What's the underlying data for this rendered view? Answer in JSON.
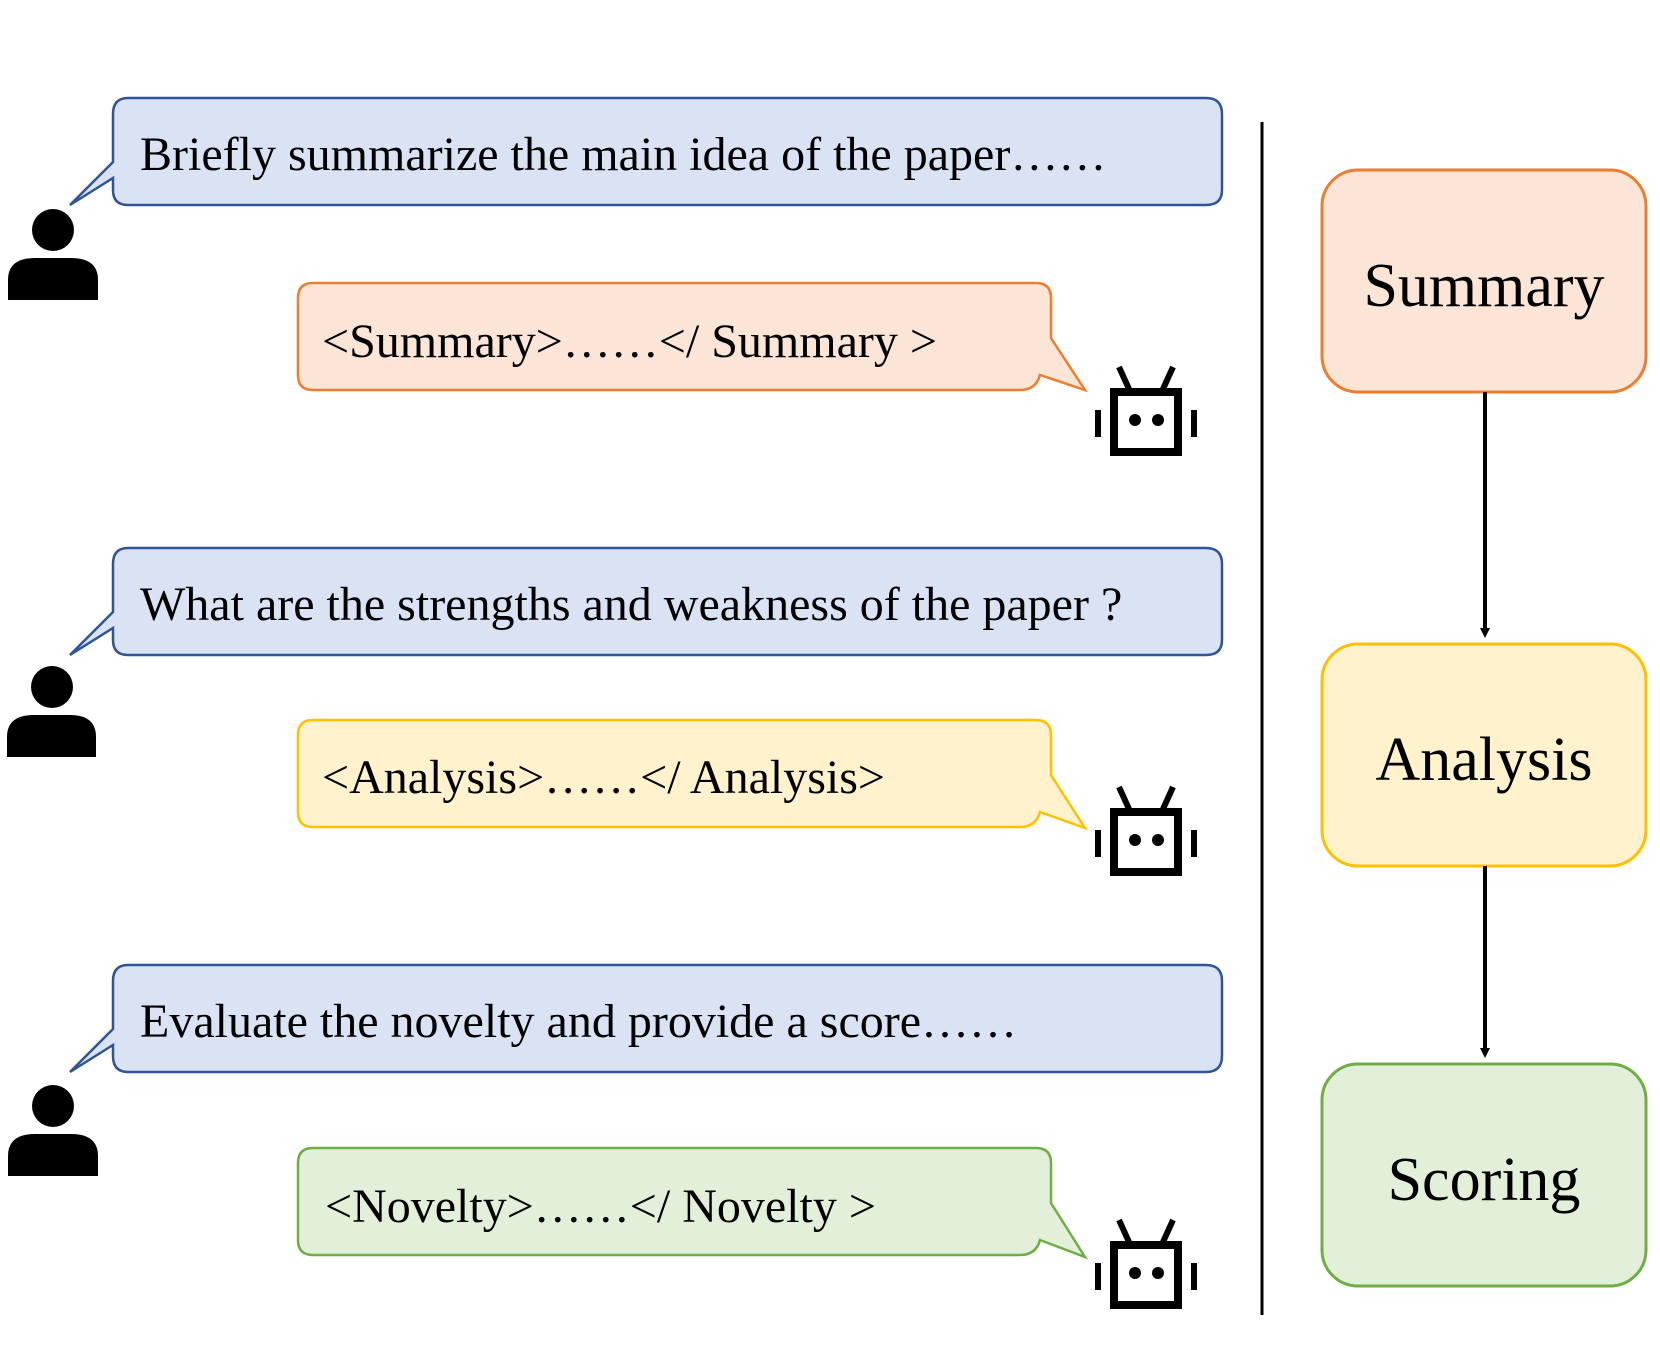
{
  "conversation": [
    {
      "user_prompt": "Briefly summarize the main idea of the paper……",
      "model_response": "<Summary>……</ Summary >",
      "response_color": {
        "fill": "#fbe5d6",
        "stroke": "#ed7d31"
      }
    },
    {
      "user_prompt": "What are the strengths and weakness of the paper ?",
      "model_response": "<Analysis>……</ Analysis>",
      "response_color": {
        "fill": "#fff2cc",
        "stroke": "#ffc000"
      }
    },
    {
      "user_prompt": "Evaluate the novelty and provide a score……",
      "model_response": "<Novelty>……</ Novelty >",
      "response_color": {
        "fill": "#e2f0d9",
        "stroke": "#70ad47"
      }
    }
  ],
  "user_bubble_color": {
    "fill": "#dae3f3",
    "stroke": "#2f5597"
  },
  "pipeline": {
    "stages": [
      {
        "label": "Summary",
        "fill": "#fbe5d6",
        "stroke": "#ed7d31"
      },
      {
        "label": "Analysis",
        "fill": "#fff2cc",
        "stroke": "#ffc000"
      },
      {
        "label": "Scoring",
        "fill": "#e2f0d9",
        "stroke": "#70ad47"
      }
    ]
  },
  "icons": {
    "user": "user-icon",
    "model": "robot-icon"
  }
}
